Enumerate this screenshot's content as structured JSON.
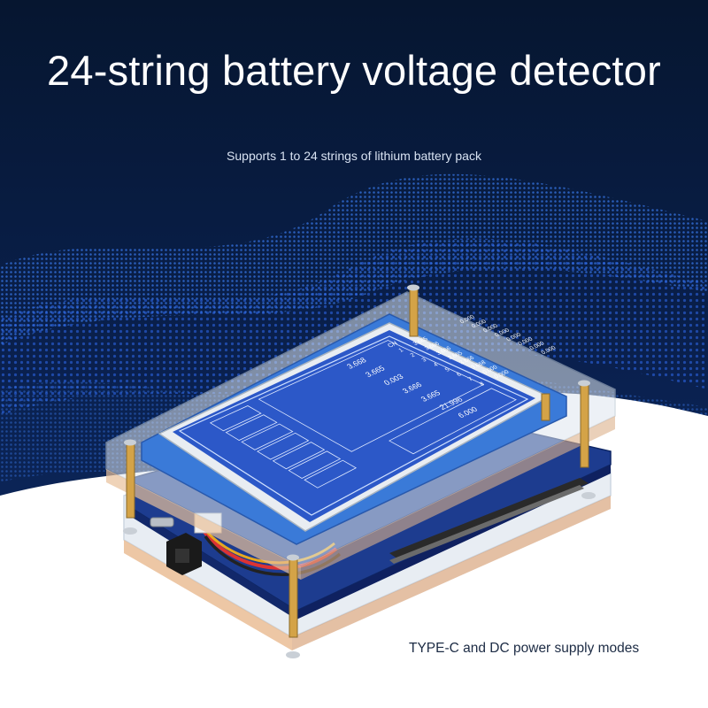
{
  "banner": {
    "title": "24-string battery voltage detector",
    "subtitle": "Supports 1 to 24 strings of lithium battery pack",
    "caption": "TYPE-C and DC power supply modes"
  },
  "colors": {
    "background_top": "#061630",
    "wave_blue": "#1f5fd6",
    "screen_blue": "#2c58c8",
    "pcb_blue": "#1b3a8a",
    "caption_text": "#1c2b44"
  },
  "screen": {
    "summary_values": [
      "3.668",
      "3.665",
      "0.003",
      "3.666",
      "3.665",
      "21.996",
      "6.000"
    ],
    "table_header": "CH",
    "rows": [
      {
        "ch": "1",
        "v1": "3.665",
        "v2": "0.000"
      },
      {
        "ch": "2",
        "v1": "3.666",
        "v2": "0.000"
      },
      {
        "ch": "3",
        "v1": "3.666",
        "v2": "0.000"
      },
      {
        "ch": "4",
        "v1": "3.665",
        "v2": "0.000"
      },
      {
        "ch": "5",
        "v1": "3.666",
        "v2": "0.000"
      },
      {
        "ch": "6",
        "v1": "3.668",
        "v2": "0.000"
      },
      {
        "ch": "7",
        "v1": "0.000",
        "v2": "0.000"
      },
      {
        "ch": "8",
        "v1": "0.000",
        "v2": "0.000"
      }
    ]
  }
}
